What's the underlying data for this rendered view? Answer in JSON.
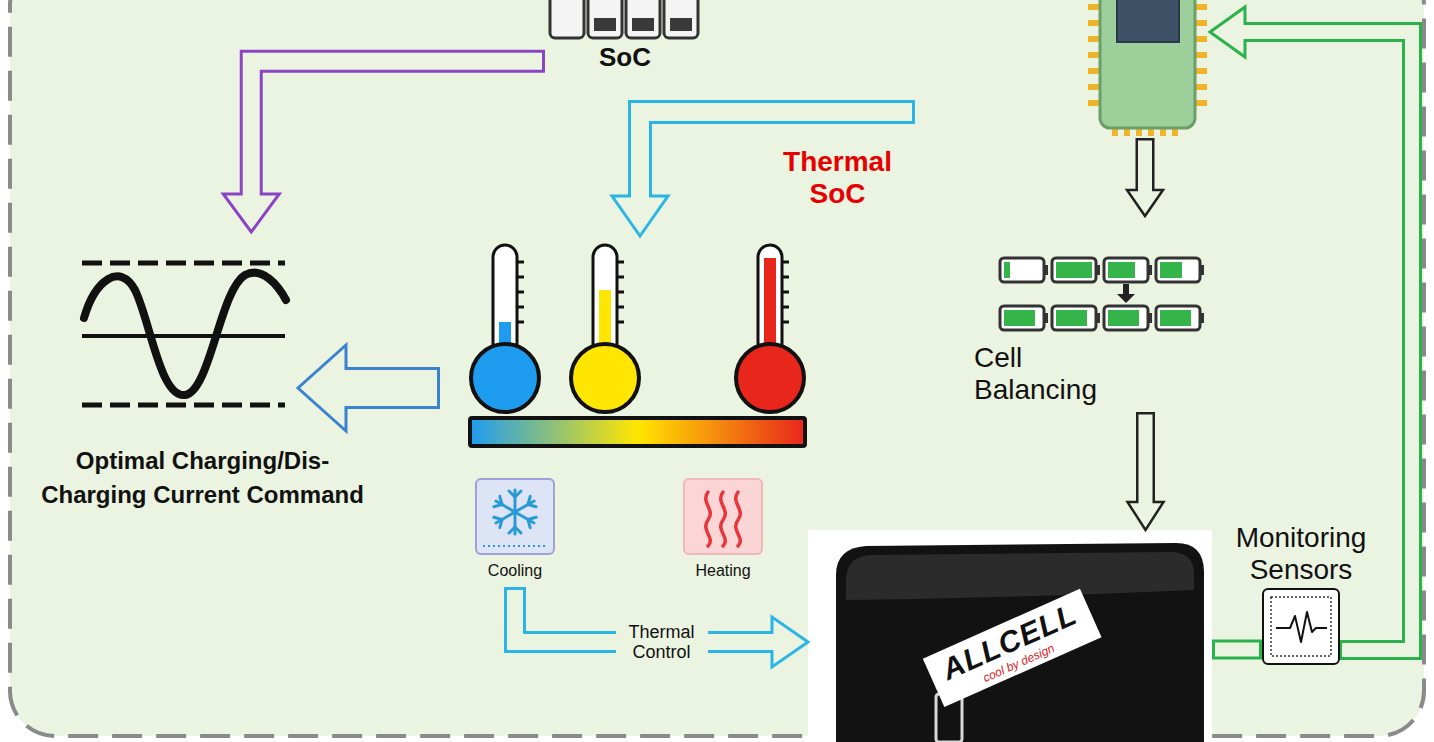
{
  "diagram": {
    "nodes": [
      {
        "text": [
          "SoC"
        ]
      },
      {
        "text": [
          "Optimal Charging/Dis-Charging Current Command"
        ]
      },
      {
        "text": [
          "Cooling"
        ]
      },
      {
        "text": [
          "Heating"
        ]
      },
      {
        "text": [
          "Cell Balancing"
        ]
      },
      {
        "text": [
          "Monitoring Sensors"
        ]
      },
      {
        "text": [
          "ALLCELL",
          "cool by design"
        ]
      }
    ],
    "edges": [
      {
        "from": 0,
        "to": 1,
        "arrow": "to"
      },
      {
        "from": 4,
        "to": 6,
        "arrow": "to"
      },
      {
        "from": 6,
        "to": 5,
        "arrow": "none"
      },
      {
        "from": 2,
        "to": 6,
        "arrow": "to",
        "label": "Thermal Control"
      }
    ],
    "labels": [
      "Thermal SoC"
    ]
  }
}
